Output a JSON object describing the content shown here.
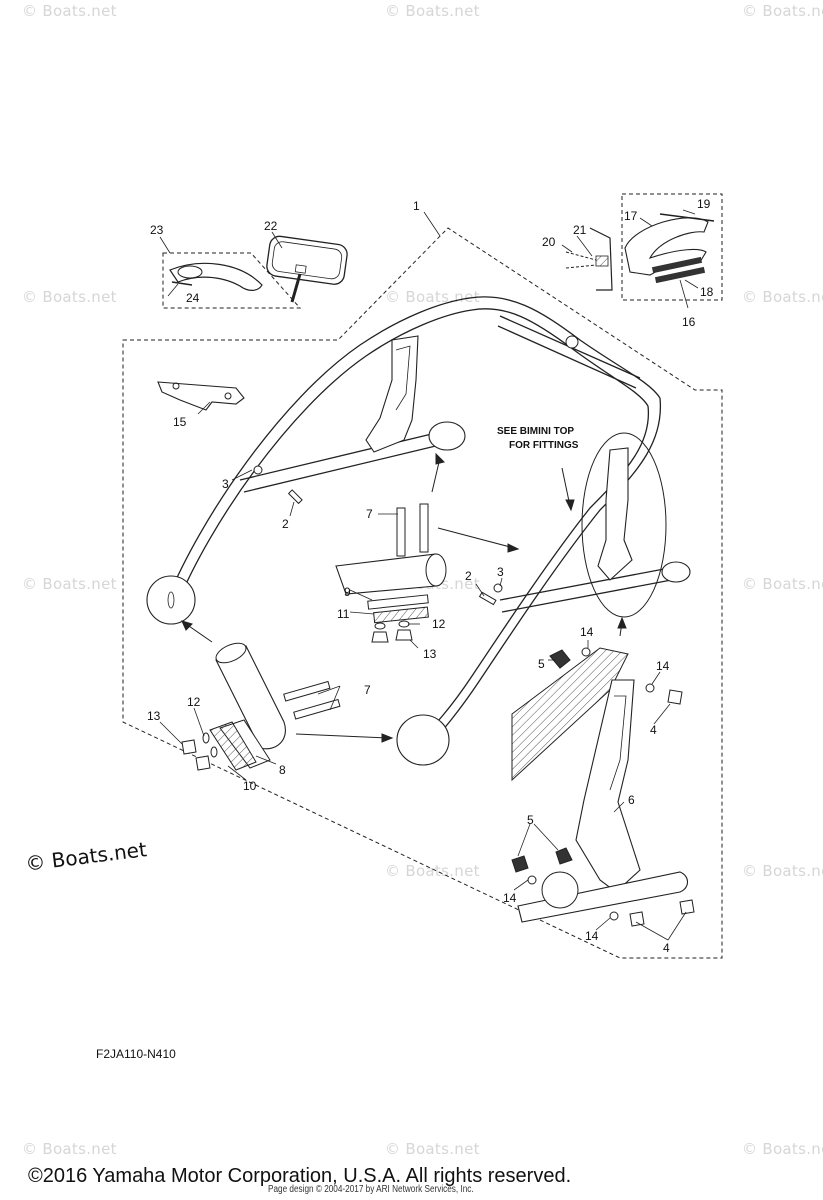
{
  "watermark": "© Boats.net",
  "brand_watermark": "© Boats.net",
  "diagram_code": "F2JA110-N410",
  "note": {
    "line1": "SEE BIMINI TOP",
    "line2": "FOR FITTINGS"
  },
  "callouts": [
    "1",
    "2",
    "2",
    "3",
    "3",
    "4",
    "4",
    "5",
    "5",
    "6",
    "7",
    "7",
    "8",
    "9",
    "10",
    "11",
    "12",
    "12",
    "13",
    "13",
    "14",
    "14",
    "14",
    "14",
    "15",
    "16",
    "17",
    "18",
    "19",
    "20",
    "21",
    "22",
    "23",
    "24"
  ],
  "copyright": "©2016 Yamaha Motor Corporation, U.S.A. All rights reserved.",
  "page_design": "Page design © 2004-2017 by ARI Network Services, Inc."
}
